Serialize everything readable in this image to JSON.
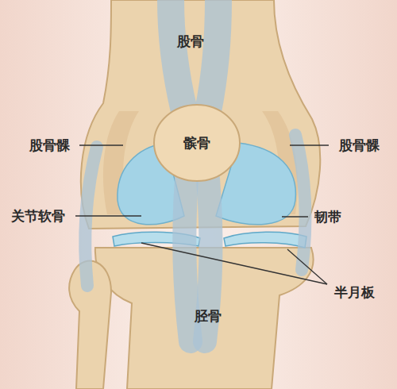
{
  "diagram": {
    "labels": [
      "股骨",
      "股骨髁",
      "髌骨",
      "股骨髁",
      "关节软骨",
      "韧带",
      "半月板",
      "胫骨"
    ]
  }
}
